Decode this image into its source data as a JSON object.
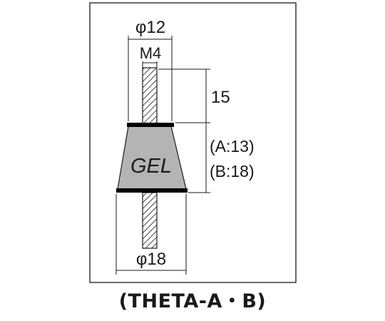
{
  "dimensions": {
    "top_diameter": "φ12",
    "thread": "M4",
    "stud_length": "15",
    "height_a": "(A:13)",
    "height_b": "(B:18)",
    "bottom_diameter": "φ18"
  },
  "body_label": "GEL",
  "caption": "(THETA-A・B)",
  "colors": {
    "gel_fill": "#b4b4b4",
    "line": "#1a1a1a",
    "plate": "#000000"
  }
}
